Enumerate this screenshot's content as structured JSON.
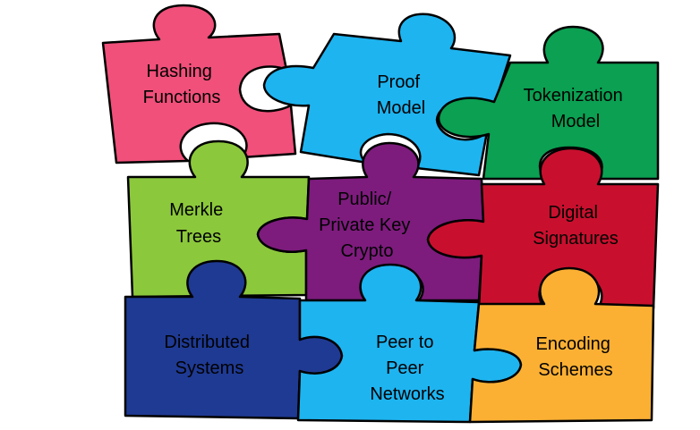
{
  "pieces": [
    {
      "id": "hashing",
      "lines": [
        "Hashing",
        "Functions"
      ],
      "color": "#f0507a"
    },
    {
      "id": "proof",
      "lines": [
        "Proof",
        "Model"
      ],
      "color": "#1eb4f0"
    },
    {
      "id": "tokenization",
      "lines": [
        "Tokenization",
        "Model"
      ],
      "color": "#0ba052"
    },
    {
      "id": "merkle",
      "lines": [
        "Merkle",
        "Trees"
      ],
      "color": "#8cc83c"
    },
    {
      "id": "pubkey",
      "lines": [
        "Public/",
        "Private Key",
        "Crypto"
      ],
      "color": "#7d1c7d"
    },
    {
      "id": "digital",
      "lines": [
        "Digital",
        "Signatures"
      ],
      "color": "#c8102e"
    },
    {
      "id": "distributed",
      "lines": [
        "Distributed",
        "Systems"
      ],
      "color": "#1f3a93"
    },
    {
      "id": "p2p",
      "lines": [
        "Peer to",
        "Peer",
        "Networks"
      ],
      "color": "#1eb4f0"
    },
    {
      "id": "encoding",
      "lines": [
        "Encoding",
        "Schemes"
      ],
      "color": "#fbb034"
    }
  ]
}
